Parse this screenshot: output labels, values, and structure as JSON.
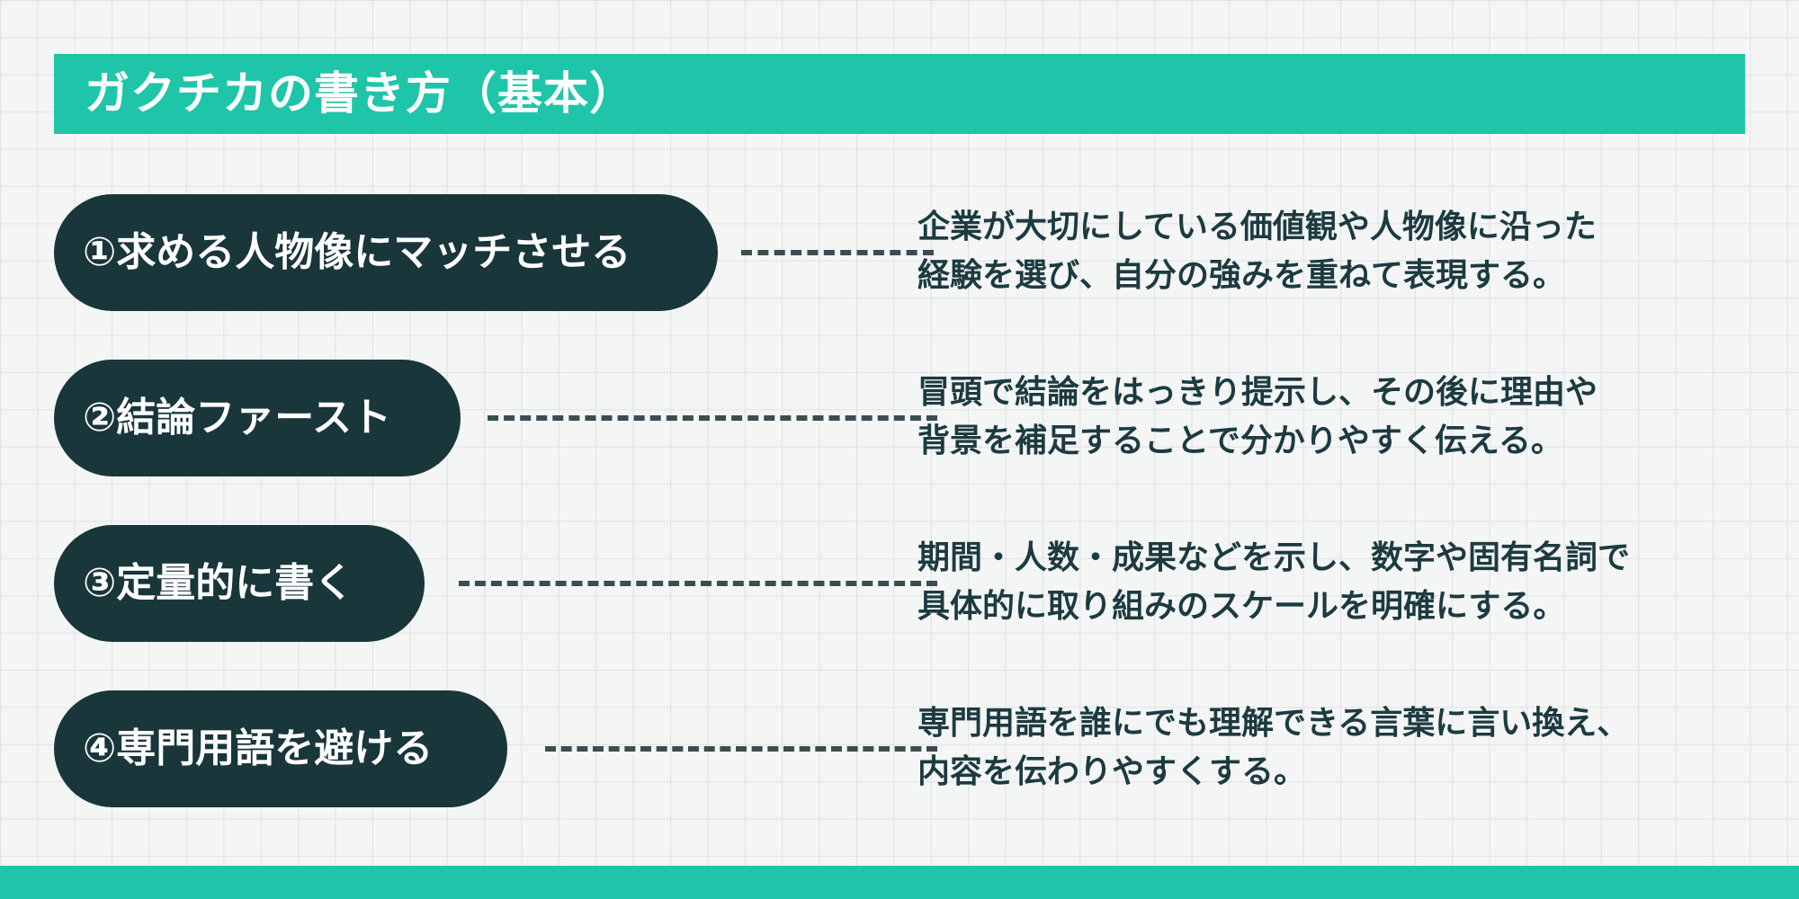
{
  "title": "ガクチカの書き方（基本）",
  "colors": {
    "accent": "#1fc5a8",
    "pill_bg": "#19363a",
    "text_dark": "#1c3b40"
  },
  "items": [
    {
      "label": "①求める人物像にマッチさせる",
      "desc_lines": [
        "企業が大切にしている価値観や人物像に沿った",
        "経験を選び、自分の強みを重ねて表現する。"
      ]
    },
    {
      "label": "②結論ファースト",
      "desc_lines": [
        "冒頭で結論をはっきり提示し、その後に理由や",
        "背景を補足することで分かりやすく伝える。"
      ]
    },
    {
      "label": "③定量的に書く",
      "desc_lines": [
        "期間・人数・成果などを示し、数字や固有名詞で",
        "具体的に取り組みのスケールを明確にする。"
      ]
    },
    {
      "label": "④専門用語を避ける",
      "desc_lines": [
        "専門用語を誰にでも理解できる言葉に言い換え、",
        "内容を伝わりやすくする。"
      ]
    }
  ]
}
